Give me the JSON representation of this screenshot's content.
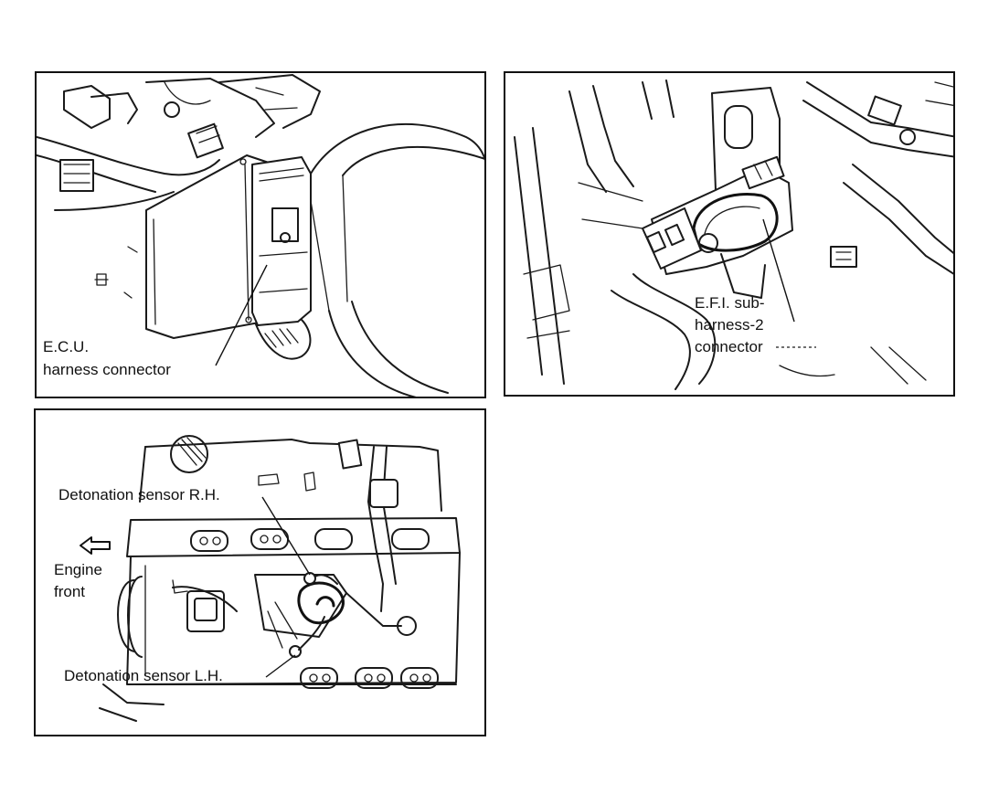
{
  "panels": {
    "ecu": {
      "label_line1": "E.C.U.",
      "label_line2": "harness connector"
    },
    "efi": {
      "label_line1": "E.F.I. sub-",
      "label_line2": "harness-2",
      "label_line3": "connector"
    },
    "detonation": {
      "rh_label": "Detonation sensor R.H.",
      "lh_label": "Detonation sensor L.H.",
      "front_line1": "Engine",
      "front_line2": "front"
    }
  },
  "icons": {
    "direction": "arrow-left-icon"
  },
  "colors": {
    "ink": "#111111",
    "paper": "#ffffff"
  }
}
